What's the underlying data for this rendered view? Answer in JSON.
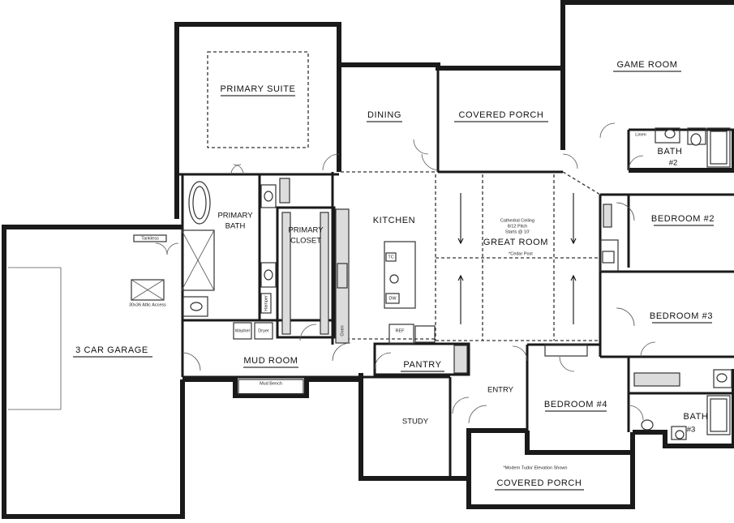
{
  "rooms": {
    "primary_suite": "PRIMARY SUITE",
    "dining": "DINING",
    "covered_porch_rear": "COVERED PORCH",
    "game_room": "GAME ROOM",
    "bath2": "BATH",
    "bath2_num": "#2",
    "linen": "Linen",
    "primary_bath_1": "PRIMARY",
    "primary_bath_2": "BATH",
    "primary_closet_1": "PRIMARY",
    "primary_closet_2": "CLOSET",
    "kitchen": "KITCHEN",
    "great_room": "GREAT ROOM",
    "bedroom2": "BEDROOM #2",
    "bedroom3": "BEDROOM #3",
    "garage": "3 CAR GARAGE",
    "mud_room": "MUD ROOM",
    "mud_bench": "Mud Bench",
    "pantry": "PANTRY",
    "entry": "ENTRY",
    "study": "STUDY",
    "bedroom4": "BEDROOM #4",
    "bath3": "BATH",
    "bath3_num": "#3",
    "covered_porch_front": "COVERED PORCH"
  },
  "notes": {
    "tankless": "Tankless",
    "attic_access": "30x36 Attic Access",
    "cathedral_1": "Cathedral Ceiling",
    "cathedral_2": "8/12 Pitch",
    "cathedral_3": "Starts @ 10'",
    "cedar_post": "*Cedar Post",
    "elevation": "*Modern Tudor Elevation Shown",
    "washer": "Washer",
    "dryer": "Dryer",
    "oven": "Oven",
    "ref": "REF",
    "tc": "TC",
    "dw": "DW",
    "hamper": "Hamper"
  }
}
